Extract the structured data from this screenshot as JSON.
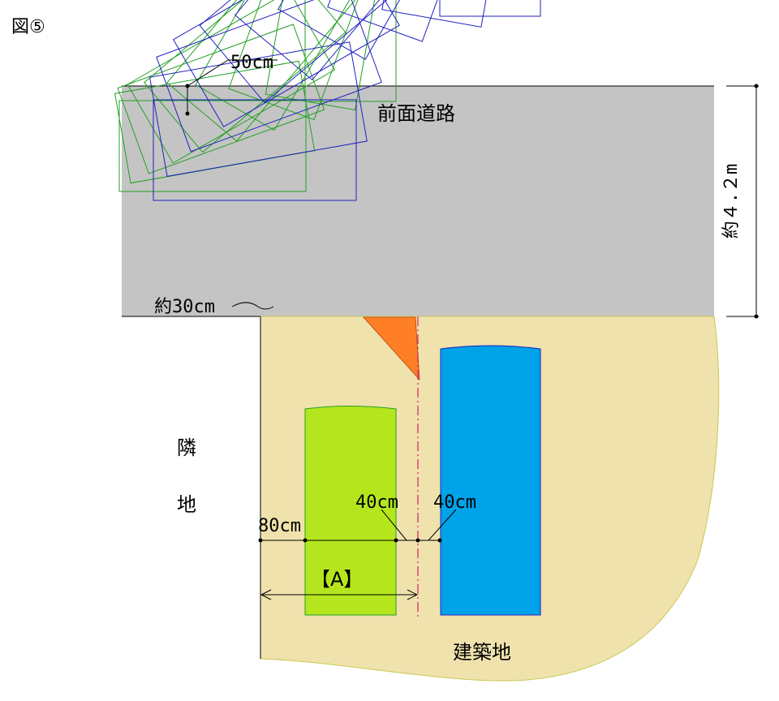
{
  "figure_label": "図⑤",
  "areas": {
    "road": "前面道路",
    "site": "建築地",
    "neighbor_1": "隣",
    "neighbor_2": "地"
  },
  "dimensions": {
    "road_width": "約４.２m",
    "clearance_top": "50cm",
    "curb_offset": "約30cm",
    "left_gap": "80cm",
    "center_gap_left": "40cm",
    "center_gap_right": "40cm",
    "span_label": "【A】"
  },
  "colors": {
    "road": "#c4c4c4",
    "site": "#efe2ad",
    "green_car": "#b5e61d",
    "green_outline": "#22a022",
    "blue_car": "#00a2e8",
    "blue_outline": "#2020c0",
    "overlap": "#ff7f27",
    "centerline": "#d0206a"
  }
}
